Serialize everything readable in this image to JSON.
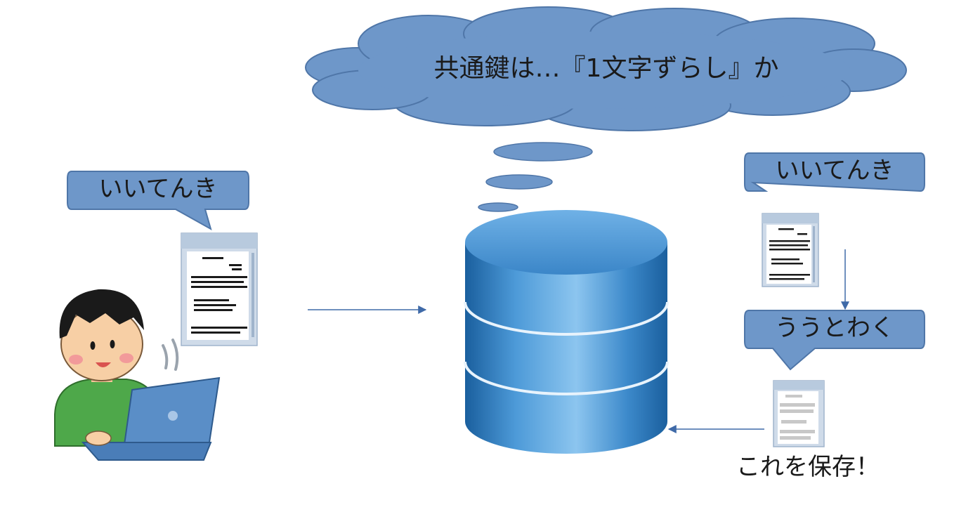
{
  "cloud": {
    "text": "共通鍵は…『1文字ずらし』か"
  },
  "left_bubble": {
    "text": "いいてんき"
  },
  "right_bubble_plain": {
    "text": "いいてんき"
  },
  "right_bubble_cipher": {
    "text": "ううとわく"
  },
  "save_caption": {
    "text": "これを保存！"
  },
  "colors": {
    "bubble_fill": "#6e97c9",
    "bubble_stroke": "#4f76a8",
    "arrow": "#3f6aa8",
    "cylinder_light": "#8fc2ec",
    "cylinder_dark": "#1f6fb5",
    "shirt": "#4ea84a",
    "laptop": "#5a8ec7"
  },
  "icons": [
    "person-with-laptop-icon",
    "document-icon",
    "database-cylinder-icon",
    "arrow-icon"
  ]
}
